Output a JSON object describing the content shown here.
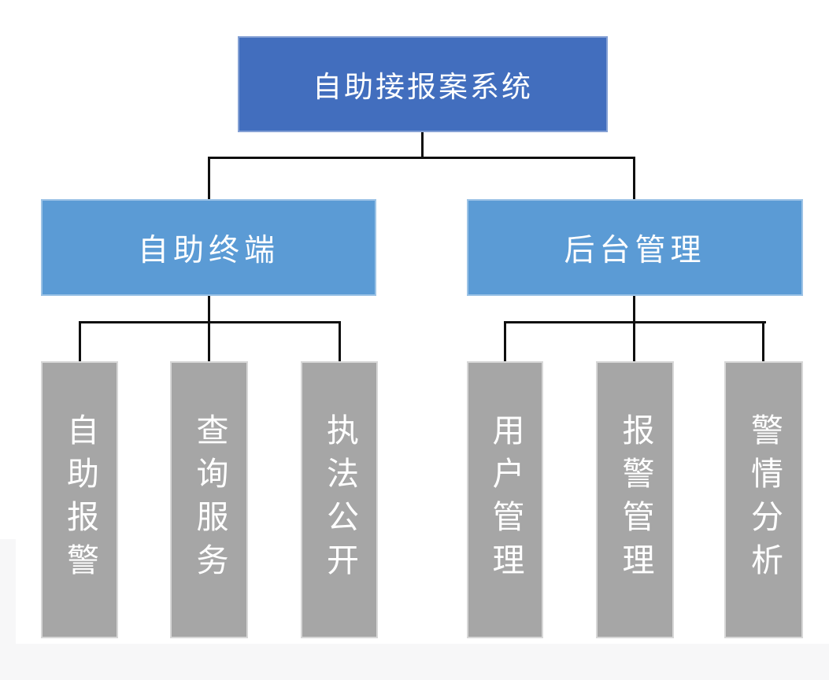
{
  "chart": {
    "root": {
      "label": "自助接报案系统"
    },
    "branches": [
      {
        "label": "自助终端",
        "children": [
          {
            "label": "自助报警"
          },
          {
            "label": "查询服务"
          },
          {
            "label": "执法公开"
          }
        ]
      },
      {
        "label": "后台管理",
        "children": [
          {
            "label": "用户管理"
          },
          {
            "label": "报警管理"
          },
          {
            "label": "警情分析"
          }
        ]
      }
    ],
    "colors": {
      "root_fill": "#426EBE",
      "branch_fill": "#5B9BD5",
      "leaf_fill": "#A6A6A6",
      "text": "#FFFFFF",
      "connector": "#0F0F0F",
      "page_margin": "#F7F7F8"
    }
  }
}
